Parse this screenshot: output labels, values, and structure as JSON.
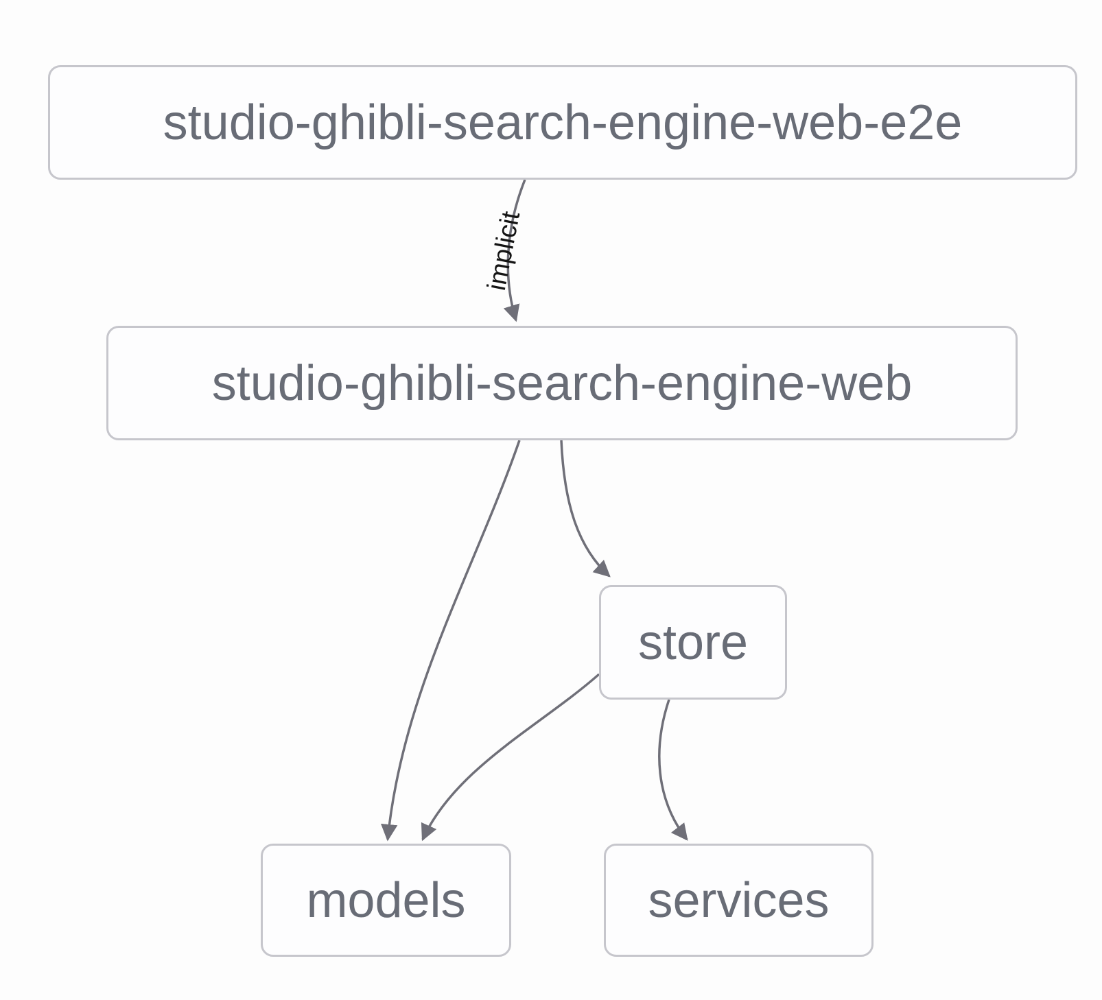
{
  "diagram": {
    "kind": "project-dependency-graph",
    "nodes": [
      {
        "id": "studio-ghibli-search-engine-web-e2e",
        "label": "studio-ghibli-search-engine-web-e2e"
      },
      {
        "id": "studio-ghibli-search-engine-web",
        "label": "studio-ghibli-search-engine-web"
      },
      {
        "id": "store",
        "label": "store"
      },
      {
        "id": "models",
        "label": "models"
      },
      {
        "id": "services",
        "label": "services"
      }
    ],
    "edges": [
      {
        "from": "studio-ghibli-search-engine-web-e2e",
        "to": "studio-ghibli-search-engine-web",
        "label": "implicit"
      },
      {
        "from": "studio-ghibli-search-engine-web",
        "to": "models",
        "label": ""
      },
      {
        "from": "studio-ghibli-search-engine-web",
        "to": "store",
        "label": ""
      },
      {
        "from": "store",
        "to": "models",
        "label": ""
      },
      {
        "from": "store",
        "to": "services",
        "label": ""
      }
    ],
    "colors": {
      "background": "#fdfdfd",
      "node_border": "#c6c6cc",
      "node_fill": "#fdfdfe",
      "node_text": "#686c76",
      "edge_stroke": "#6f6f78",
      "edge_label_text": "#141414"
    }
  }
}
